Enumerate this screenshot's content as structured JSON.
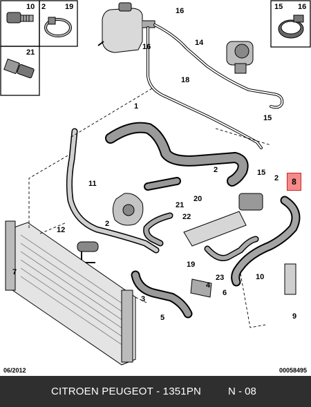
{
  "kit_boxes": {
    "box_a": {
      "labels": [
        "10"
      ]
    },
    "box_b": {
      "labels": [
        "2",
        "19"
      ]
    },
    "box_c": {
      "labels": [
        "21"
      ]
    },
    "box_d": {
      "labels": [
        "15",
        "16"
      ]
    }
  },
  "callouts": {
    "c16a": "16",
    "c16b": "16",
    "c14": "14",
    "c18": "18",
    "c15a": "15",
    "c1": "1",
    "c15b": "15",
    "c2a": "2",
    "c2b": "2",
    "c11": "11",
    "c20": "20",
    "c21": "21",
    "c22": "22",
    "c2c": "2",
    "c12": "12",
    "c19": "19",
    "c3": "3",
    "c4": "4",
    "c6": "6",
    "c5": "5",
    "c23": "23",
    "c10": "10",
    "c9": "9",
    "c7": "7"
  },
  "highlight": {
    "label": "8",
    "color": "#f58a8a"
  },
  "footer": {
    "date": "06/2012",
    "code": "00058495"
  },
  "banner": {
    "title": "CITROEN PEUGEOT - 1351PN",
    "ref": "N - 08",
    "bg": "#2f2f2f"
  }
}
